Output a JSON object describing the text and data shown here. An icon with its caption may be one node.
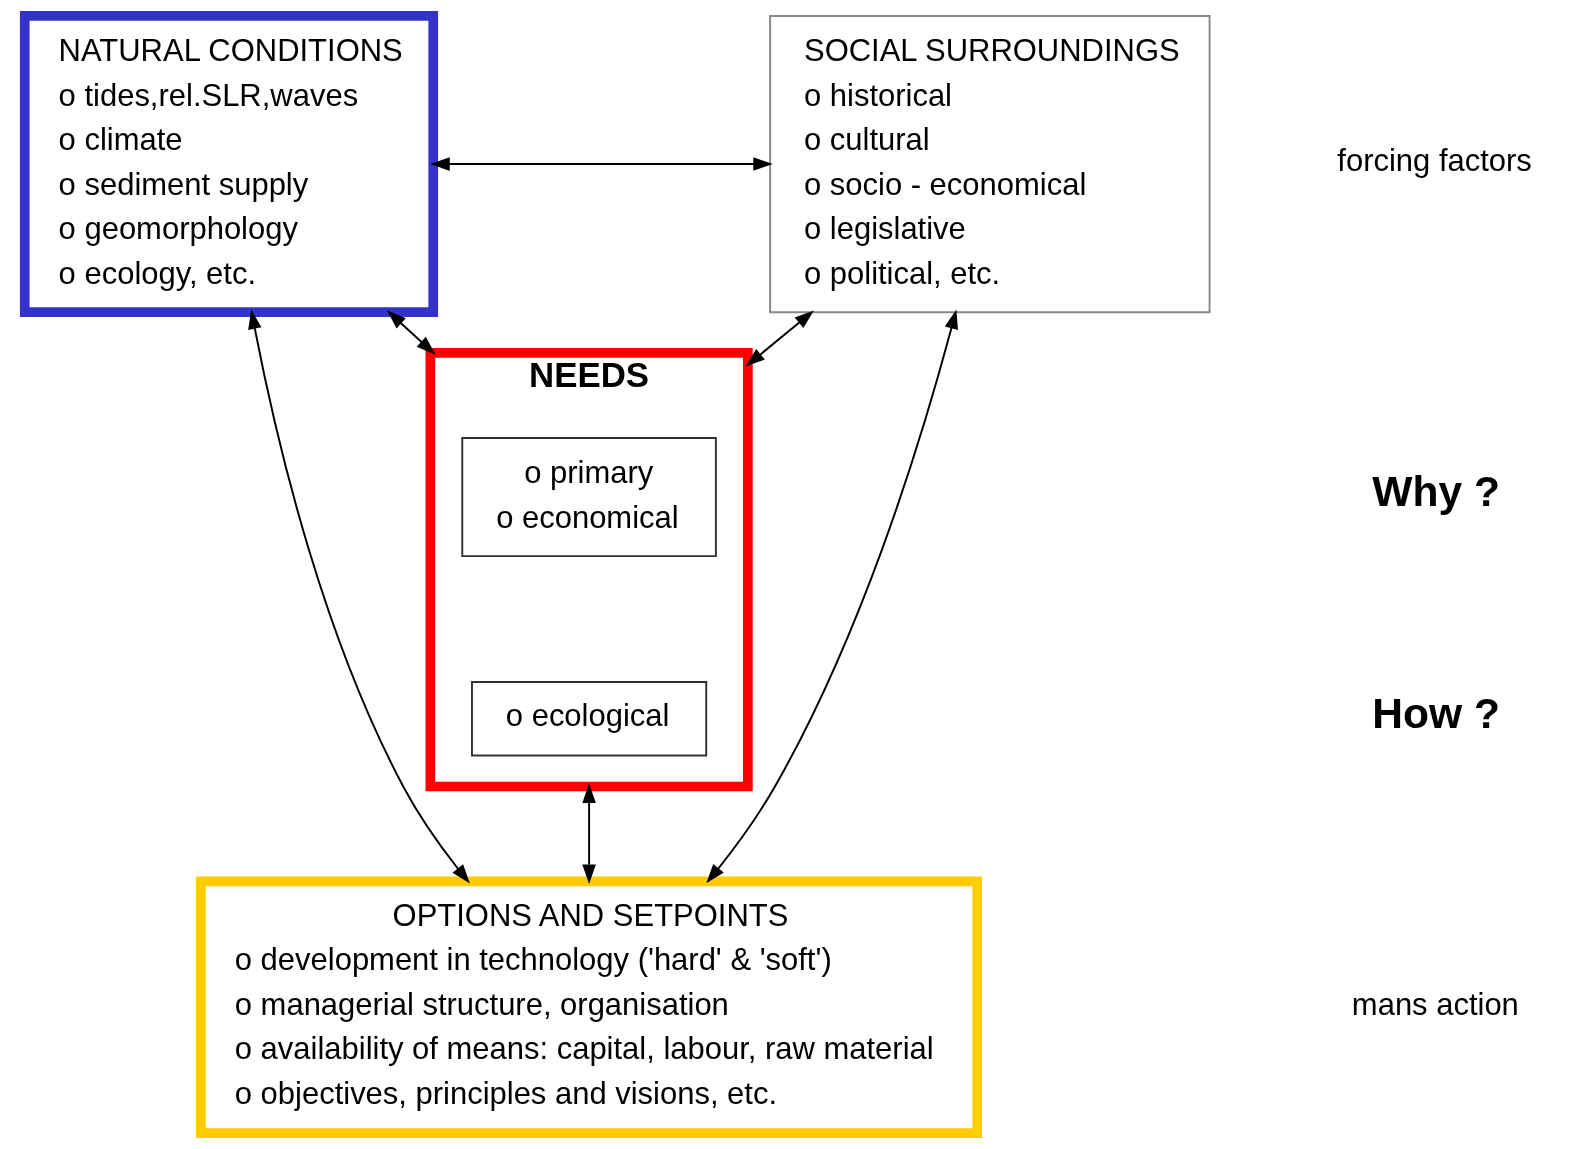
{
  "diagram": {
    "nodes": [
      {
        "text": [
          "NATURAL CONDITIONS",
          "o tides,rel.SLR,waves",
          "o climate",
          "o sediment supply",
          "o geomorphology",
          "o ecology, etc."
        ]
      },
      {
        "text": [
          "SOCIAL SURROUNDINGS",
          "o historical",
          "o cultural",
          "o socio - economical",
          "o legislative",
          "o political, etc."
        ]
      },
      {
        "text": [
          "NEEDS"
        ]
      },
      {
        "text": [
          "o primary",
          "o economical"
        ],
        "in": 2
      },
      {
        "text": [
          "o ecological"
        ],
        "in": 2
      },
      {
        "text": [
          "OPTIONS AND SETPOINTS",
          "o development in technology ('hard' & 'soft')",
          "o managerial structure, organisation",
          "o availability of means: capital, labour, raw material",
          "o objectives, principles and visions, etc."
        ]
      }
    ],
    "edges": [
      {
        "from": 0,
        "to": 1,
        "arrow": "both"
      },
      {
        "from": 0,
        "to": 2,
        "arrow": "both"
      },
      {
        "from": 1,
        "to": 2,
        "arrow": "both"
      },
      {
        "from": 0,
        "to": 5,
        "arrow": "both"
      },
      {
        "from": 1,
        "to": 5,
        "arrow": "both"
      },
      {
        "from": 2,
        "to": 5,
        "arrow": "both"
      }
    ],
    "labels": [
      "forcing factors",
      "Why ?",
      "How ?",
      "mans action"
    ]
  }
}
